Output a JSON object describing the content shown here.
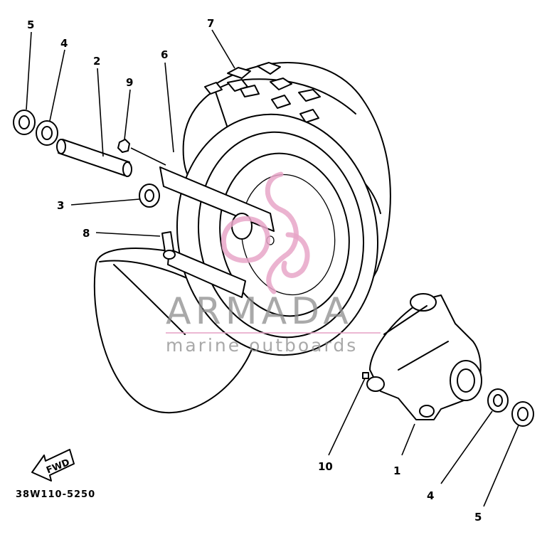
{
  "diagram": {
    "callouts": [
      {
        "id": "c5a",
        "label": "5"
      },
      {
        "id": "c4a",
        "label": "4"
      },
      {
        "id": "c2",
        "label": "2"
      },
      {
        "id": "c9",
        "label": "9"
      },
      {
        "id": "c6",
        "label": "6"
      },
      {
        "id": "c7",
        "label": "7"
      },
      {
        "id": "c3",
        "label": "3"
      },
      {
        "id": "c8",
        "label": "8"
      },
      {
        "id": "c10",
        "label": "10"
      },
      {
        "id": "c1",
        "label": "1"
      },
      {
        "id": "c4b",
        "label": "4"
      },
      {
        "id": "c5b",
        "label": "5"
      }
    ],
    "fwd_label": "FWD",
    "part_code": "38W110-5250"
  },
  "watermark": {
    "brand": "ARMADA",
    "sub": "marine outboards",
    "logo_color": "#e7a6c8",
    "text_color": "#8c8c8c"
  }
}
